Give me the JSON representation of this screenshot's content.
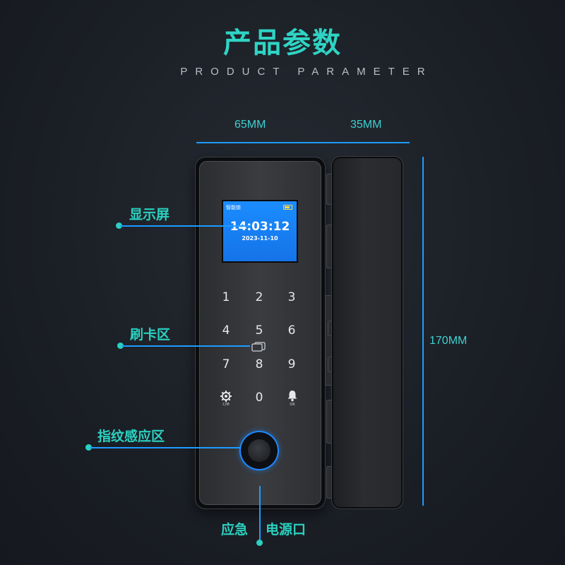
{
  "header": {
    "title": "产品参数",
    "subtitle": "PRODUCT PARAMETER"
  },
  "dimensions": {
    "width_front": "65MM",
    "width_back": "35MM",
    "height": "170MM"
  },
  "callouts": {
    "display": "显示屏",
    "card_area": "刷卡区",
    "fingerprint_area": "指纹感应区",
    "emergency": "应急",
    "power_port": "电源口"
  },
  "screen": {
    "label": "智能锁",
    "time": "14:03:12",
    "date": "2023-11-10"
  },
  "keypad": {
    "row1": [
      "1",
      "2",
      "3"
    ],
    "row2": [
      "4",
      "5",
      "6"
    ],
    "row3": [
      "7",
      "8",
      "9"
    ],
    "zero": "0",
    "settings_sub": "C/M",
    "bell_sub": "OK"
  },
  "colors": {
    "accent_teal": "#2ad1c0",
    "line_blue": "#1e9bff",
    "screen_blue": "#1a8cff",
    "background": "#1b1f26"
  },
  "icons": [
    "gear-icon",
    "bell-icon",
    "card-icon",
    "battery-icon",
    "fingerprint-sensor"
  ]
}
